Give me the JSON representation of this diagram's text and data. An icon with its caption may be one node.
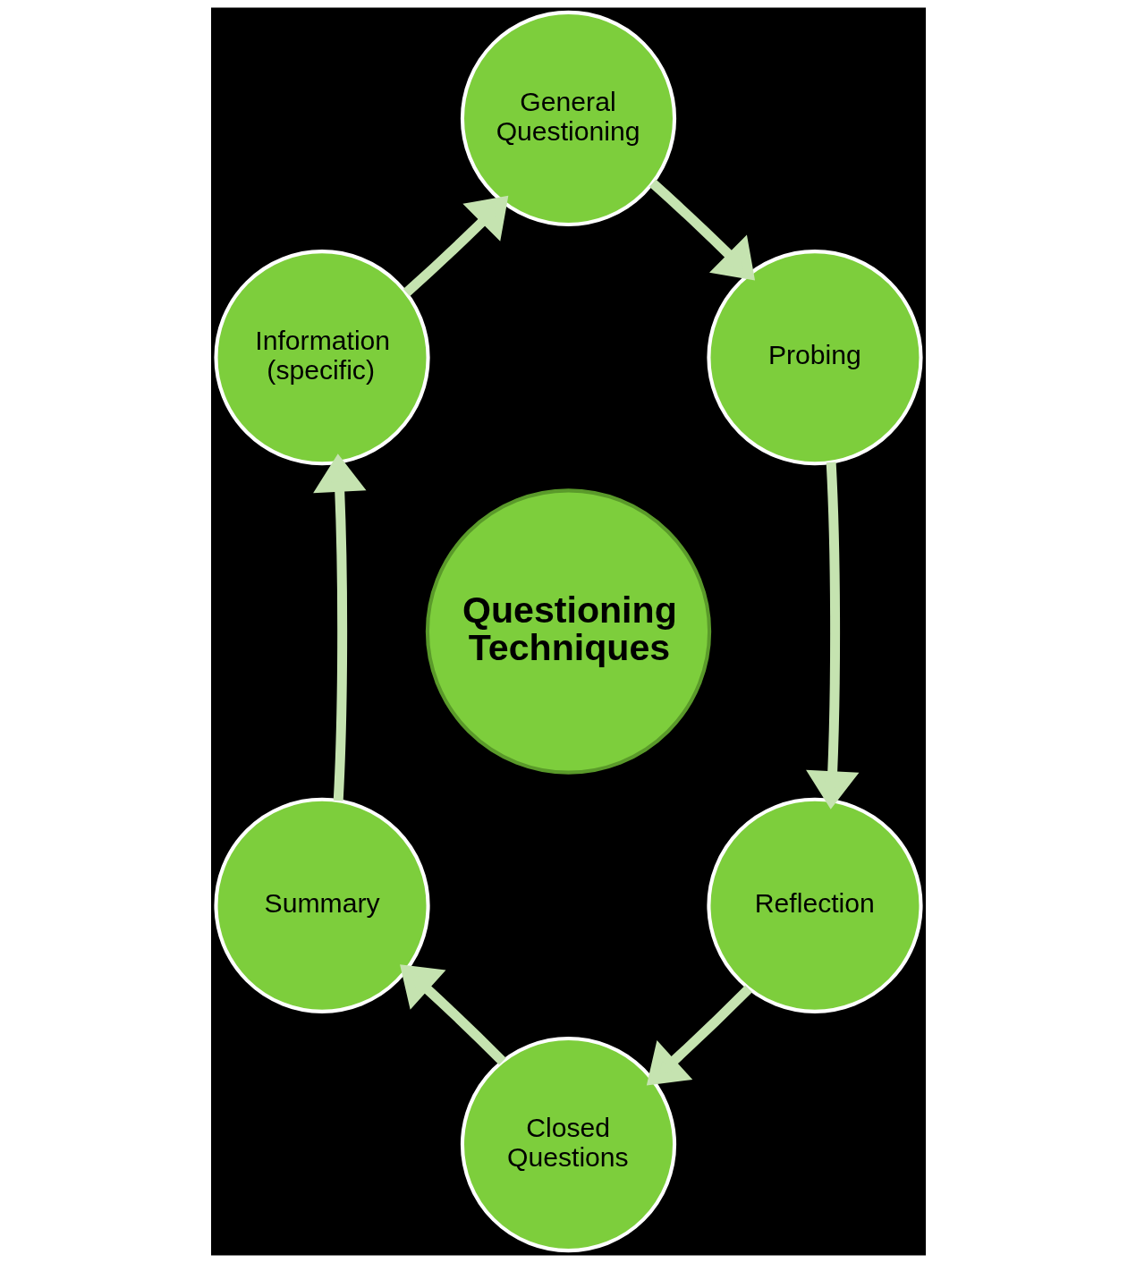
{
  "diagram": {
    "nodes": [
      {
        "text": [
          "Questioning Techniques"
        ]
      },
      {
        "text": [
          "General Questioning"
        ]
      },
      {
        "text": [
          "Probing"
        ]
      },
      {
        "text": [
          "Reflection"
        ]
      },
      {
        "text": [
          "Closed Questions"
        ]
      },
      {
        "text": [
          "Summary"
        ]
      },
      {
        "text": [
          "Information (specific)"
        ]
      }
    ],
    "edges": [
      {
        "from": 6,
        "to": 1,
        "arrow": "to"
      },
      {
        "from": 1,
        "to": 2,
        "arrow": "to"
      },
      {
        "from": 2,
        "to": 3,
        "arrow": "to"
      },
      {
        "from": 3,
        "to": 4,
        "arrow": "to"
      },
      {
        "from": 4,
        "to": 5,
        "arrow": "to"
      },
      {
        "from": 5,
        "to": 6,
        "arrow": "to"
      }
    ]
  }
}
